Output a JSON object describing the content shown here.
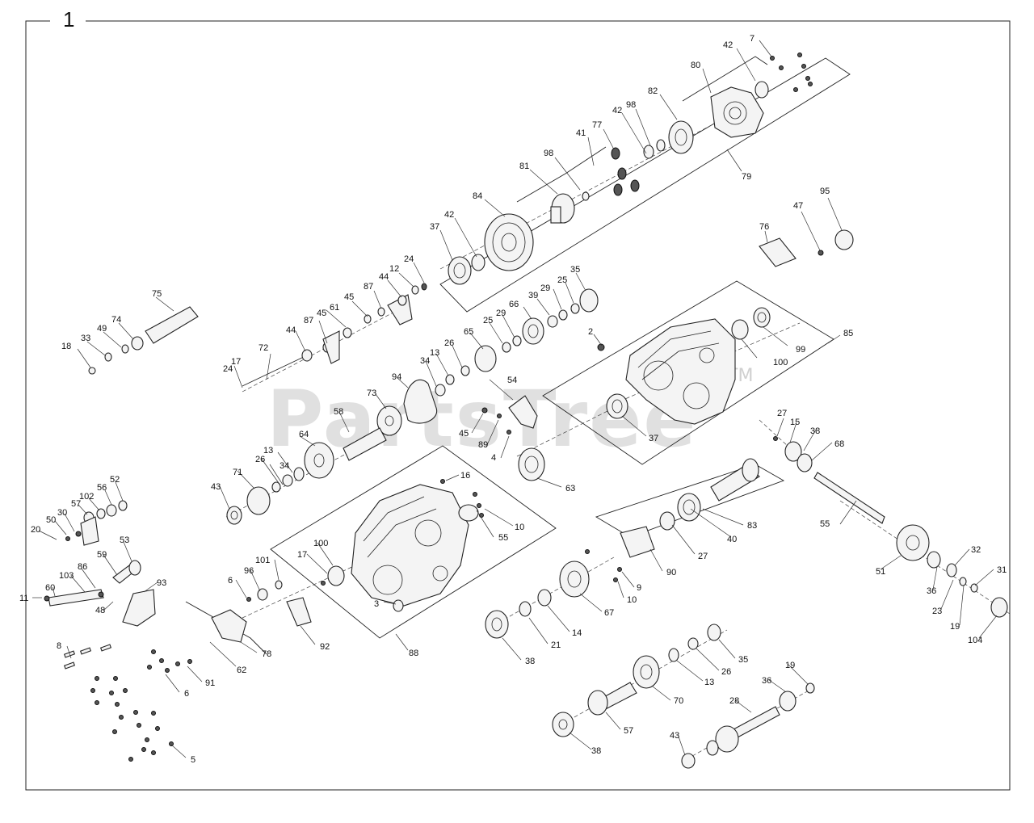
{
  "figure": {
    "number": "1",
    "watermark": "PartsTree",
    "watermark_tm": "TM"
  },
  "callouts": [
    "7",
    "42",
    "80",
    "82",
    "98",
    "42",
    "77",
    "41",
    "98",
    "81",
    "84",
    "79",
    "37",
    "42",
    "24",
    "12",
    "87",
    "44",
    "45",
    "61",
    "45",
    "87",
    "44",
    "72",
    "17",
    "24",
    "75",
    "74",
    "49",
    "33",
    "18",
    "95",
    "47",
    "76",
    "85",
    "99",
    "100",
    "2",
    "35",
    "25",
    "29",
    "39",
    "66",
    "25",
    "29",
    "26",
    "13",
    "34",
    "65",
    "94",
    "73",
    "58",
    "45",
    "89",
    "4",
    "54",
    "37",
    "64",
    "34",
    "13",
    "26",
    "71",
    "43",
    "63",
    "27",
    "15",
    "38",
    "68",
    "16",
    "10",
    "55",
    "55",
    "17",
    "100",
    "101",
    "96",
    "6",
    "3",
    "88",
    "92",
    "78",
    "62",
    "91",
    "6",
    "5",
    "8",
    "52",
    "56",
    "102",
    "57",
    "30",
    "50",
    "20",
    "53",
    "59",
    "86",
    "103",
    "60",
    "11",
    "93",
    "48",
    "40",
    "83",
    "90",
    "27",
    "9",
    "10",
    "67",
    "14",
    "21",
    "38",
    "51",
    "32",
    "31",
    "36",
    "23",
    "19",
    "104",
    "35",
    "26",
    "13",
    "70",
    "36",
    "19",
    "28",
    "57",
    "38",
    "43"
  ]
}
